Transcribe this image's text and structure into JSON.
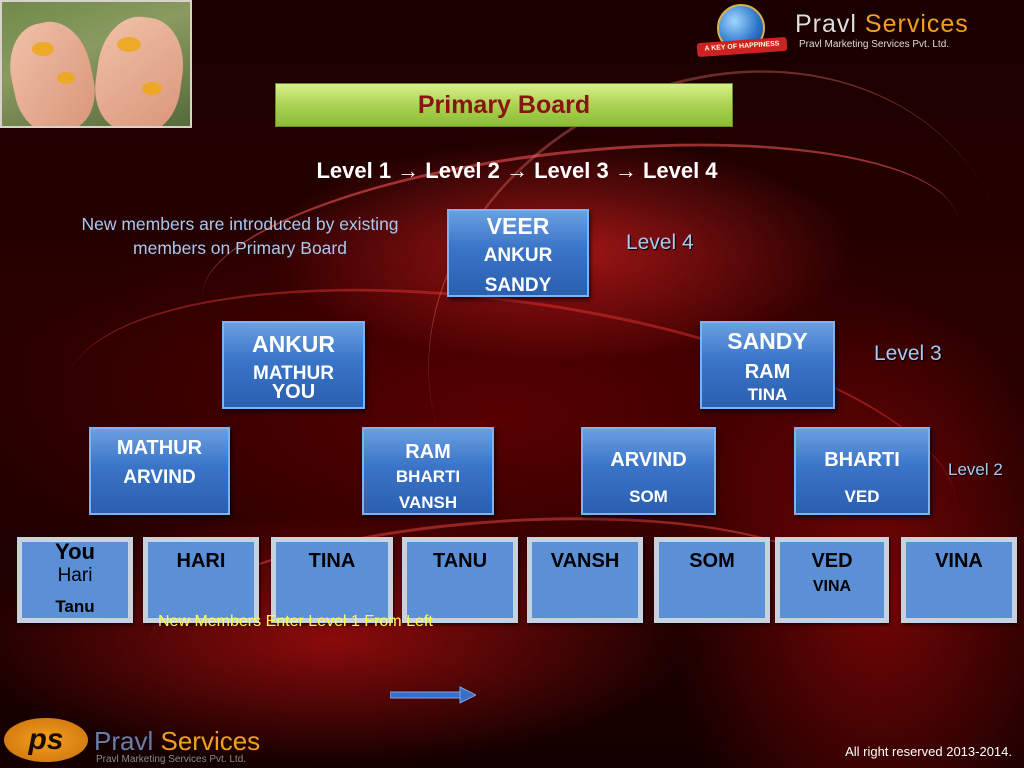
{
  "brand": {
    "name_part1": "Pravl",
    "name_part2": "Services",
    "subtitle": "Pravl Marketing Services Pvt. Ltd.",
    "ribbon": "A KEY OF HAPPINESS",
    "logo_letters": "ps"
  },
  "title": "Primary Board",
  "levels_heading": "Level 1 → Level 2 → Level 3 → Level 4",
  "intro_text": "New members are introduced by existing members on Primary Board",
  "level_labels": {
    "level4": "Level 4",
    "level3": "Level 3",
    "level2": "Level 2"
  },
  "level4_box": {
    "name": "VEER",
    "child1": "ANKUR",
    "child2": "SANDY"
  },
  "level3_boxes": [
    {
      "name": "ANKUR",
      "child1": "MATHUR",
      "child2": "YOU"
    },
    {
      "name": "SANDY",
      "child1": "RAM",
      "child2": "TINA"
    }
  ],
  "level2_boxes": [
    {
      "name": "MATHUR",
      "child1": "ARVIND",
      "child2": ""
    },
    {
      "name": "RAM",
      "child1": "BHARTI",
      "child2": "VANSH"
    },
    {
      "name": "ARVIND",
      "child1": "SOM",
      "child2": ""
    },
    {
      "name": "BHARTI",
      "child1": "VED",
      "child2": ""
    }
  ],
  "level1_slots": [
    {
      "name": "You",
      "child1": "Hari",
      "child2": "Tanu"
    },
    {
      "name": "HARI",
      "child1": "",
      "child2": ""
    },
    {
      "name": "TINA",
      "child1": "",
      "child2": ""
    },
    {
      "name": "TANU",
      "child1": "",
      "child2": ""
    },
    {
      "name": "VANSH",
      "child1": "",
      "child2": ""
    },
    {
      "name": "SOM",
      "child1": "",
      "child2": ""
    },
    {
      "name": "VED",
      "child1": "VINA",
      "child2": ""
    },
    {
      "name": "VINA",
      "child1": "",
      "child2": ""
    }
  ],
  "new_members_note": "New Members Enter Level 1 From Left",
  "copyright": "All right reserved 2013-2014.",
  "colors": {
    "title_text": "#8a1414",
    "title_bar": "#a7d04e",
    "box_blue": "#3a74c8",
    "note_yellow": "#ffff44",
    "label_blue": "#a9c8f2"
  }
}
